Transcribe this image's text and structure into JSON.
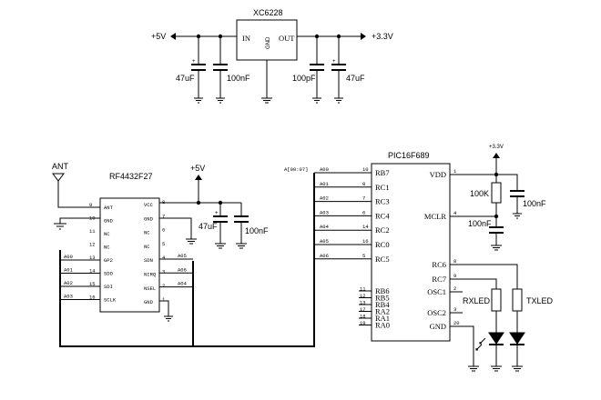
{
  "regulator": {
    "name": "XC6228",
    "pin_in": "IN",
    "pin_gnd": "GND",
    "pin_out": "OUT",
    "input_rail": "+5V",
    "output_rail": "+3.3V",
    "caps": [
      "47uF",
      "100nF",
      "100pF",
      "47uF"
    ]
  },
  "radio": {
    "name": "RF4432F27",
    "antenna": "ANT",
    "left_pins": [
      {
        "num": "9",
        "name": "ANT"
      },
      {
        "num": "10",
        "name": "GND"
      },
      {
        "num": "11",
        "name": "NC"
      },
      {
        "num": "12",
        "name": "NC"
      },
      {
        "num": "13",
        "name": "GP2"
      },
      {
        "num": "14",
        "name": "SDO"
      },
      {
        "num": "15",
        "name": "SDI"
      },
      {
        "num": "16",
        "name": "SCLK"
      }
    ],
    "right_pins": [
      {
        "num": "8",
        "name": "VCC"
      },
      {
        "num": "7",
        "name": "GND"
      },
      {
        "num": "6",
        "name": "NC"
      },
      {
        "num": "5",
        "name": "NC"
      },
      {
        "num": "4",
        "name": "SDN"
      },
      {
        "num": "3",
        "name": "NIRQ"
      },
      {
        "num": "2",
        "name": "NSEL"
      },
      {
        "num": "1",
        "name": "GND"
      }
    ],
    "left_nets": [
      "A00",
      "A01",
      "A02",
      "A03"
    ],
    "right_nets": [
      "A05",
      "A06",
      "A04"
    ],
    "supply": "+5V",
    "caps": [
      "47uF",
      "100nF"
    ]
  },
  "mcu": {
    "name": "PIC16F689",
    "bus": "A[00:07]",
    "left_pins": [
      {
        "net": "A00",
        "num": "10",
        "name": "RB7"
      },
      {
        "net": "A01",
        "num": "8",
        "name": "RC1"
      },
      {
        "net": "A02",
        "num": "7",
        "name": "RC3"
      },
      {
        "net": "A03",
        "num": "6",
        "name": "RC4"
      },
      {
        "net": "A04",
        "num": "14",
        "name": "RC2"
      },
      {
        "net": "A05",
        "num": "16",
        "name": "RC0"
      },
      {
        "net": "A06",
        "num": "5",
        "name": "RC5"
      }
    ],
    "unused_pins": [
      {
        "num": "11",
        "name": "RB6"
      },
      {
        "num": "12",
        "name": "RB5"
      },
      {
        "num": "13",
        "name": "RB4"
      },
      {
        "num": "17",
        "name": "RA2"
      },
      {
        "num": "18",
        "name": "RA1"
      },
      {
        "num": "19",
        "name": "RA0"
      }
    ],
    "right_pins": [
      {
        "num": "1",
        "name": "VDD"
      },
      {
        "num": "4",
        "name": "MCLR"
      },
      {
        "num": "8",
        "name": "RC6"
      },
      {
        "num": "9",
        "name": "RC7"
      },
      {
        "num": "2",
        "name": "OSC1"
      },
      {
        "num": "3",
        "name": "OSC2"
      },
      {
        "num": "20",
        "name": "GND"
      }
    ],
    "supply": "+3.3V",
    "resistor": "100K",
    "caps": [
      "100nF",
      "100nF"
    ],
    "leds": [
      "RXLED",
      "TXLED"
    ]
  }
}
